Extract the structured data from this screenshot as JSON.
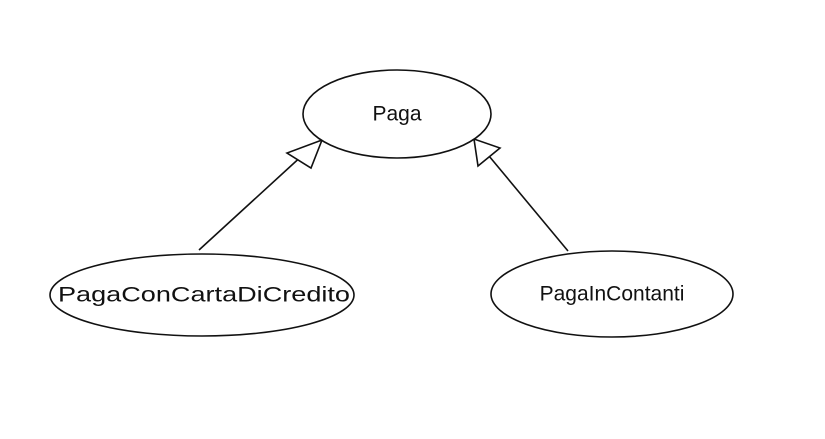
{
  "diagram": {
    "use_cases": {
      "parent": {
        "label": "Paga"
      },
      "left_child": {
        "label": "PagaConCartaDiCredito"
      },
      "right_child": {
        "label": "PagaInContanti"
      }
    },
    "relations": [
      {
        "type": "generalization",
        "from": "PagaConCartaDiCredito",
        "to": "Paga"
      },
      {
        "type": "generalization",
        "from": "PagaInContanti",
        "to": "Paga"
      }
    ],
    "colors": {
      "stroke": "#111111",
      "fill": "#ffffff",
      "text": "#111111"
    }
  }
}
